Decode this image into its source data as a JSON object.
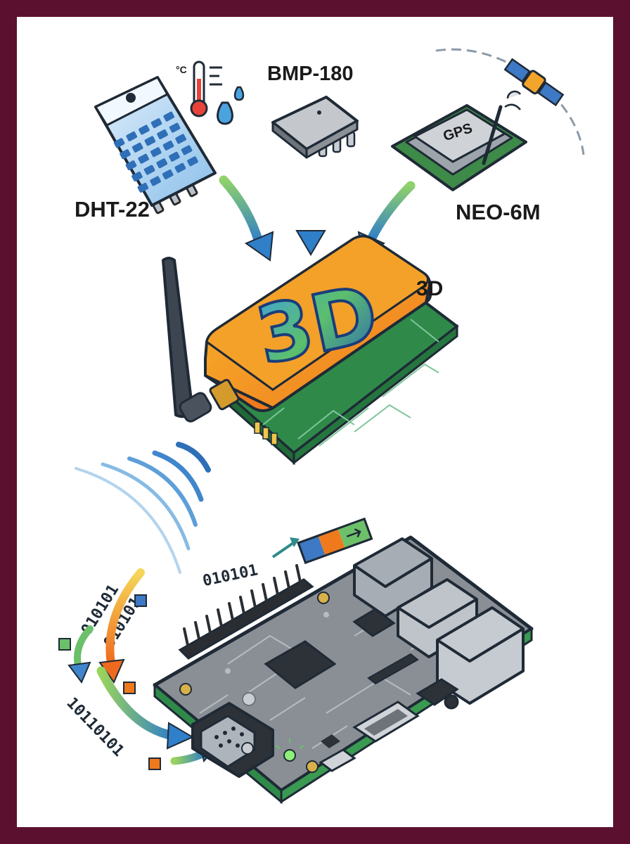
{
  "diagram": {
    "sensors": {
      "dht22": {
        "label": "DHT-22",
        "icon": "dht22-sensor-icon",
        "unit": "°C"
      },
      "bmp180": {
        "label": "BMP-180",
        "icon": "bmp180-chip-icon"
      },
      "neo6m": {
        "label": "NEO-6M",
        "icon": "gps-module-icon",
        "chip_text": "GPS"
      }
    },
    "module": {
      "label": "3D",
      "logo_text": "3D",
      "icon": "radio-module-icon"
    },
    "board": {
      "icon": "single-board-computer-icon"
    },
    "data_streams": {
      "top": "010101",
      "left_1": "010101",
      "left_2": "010101",
      "bottom": "10110101"
    },
    "colors": {
      "frame": "#5c1030",
      "arrow_green": "#7ec86a",
      "arrow_blue": "#2f7fc9",
      "logo_orange": "#f08c1e",
      "pcb_green": "#2f8a4a",
      "board_gray": "#8a8f96"
    }
  }
}
